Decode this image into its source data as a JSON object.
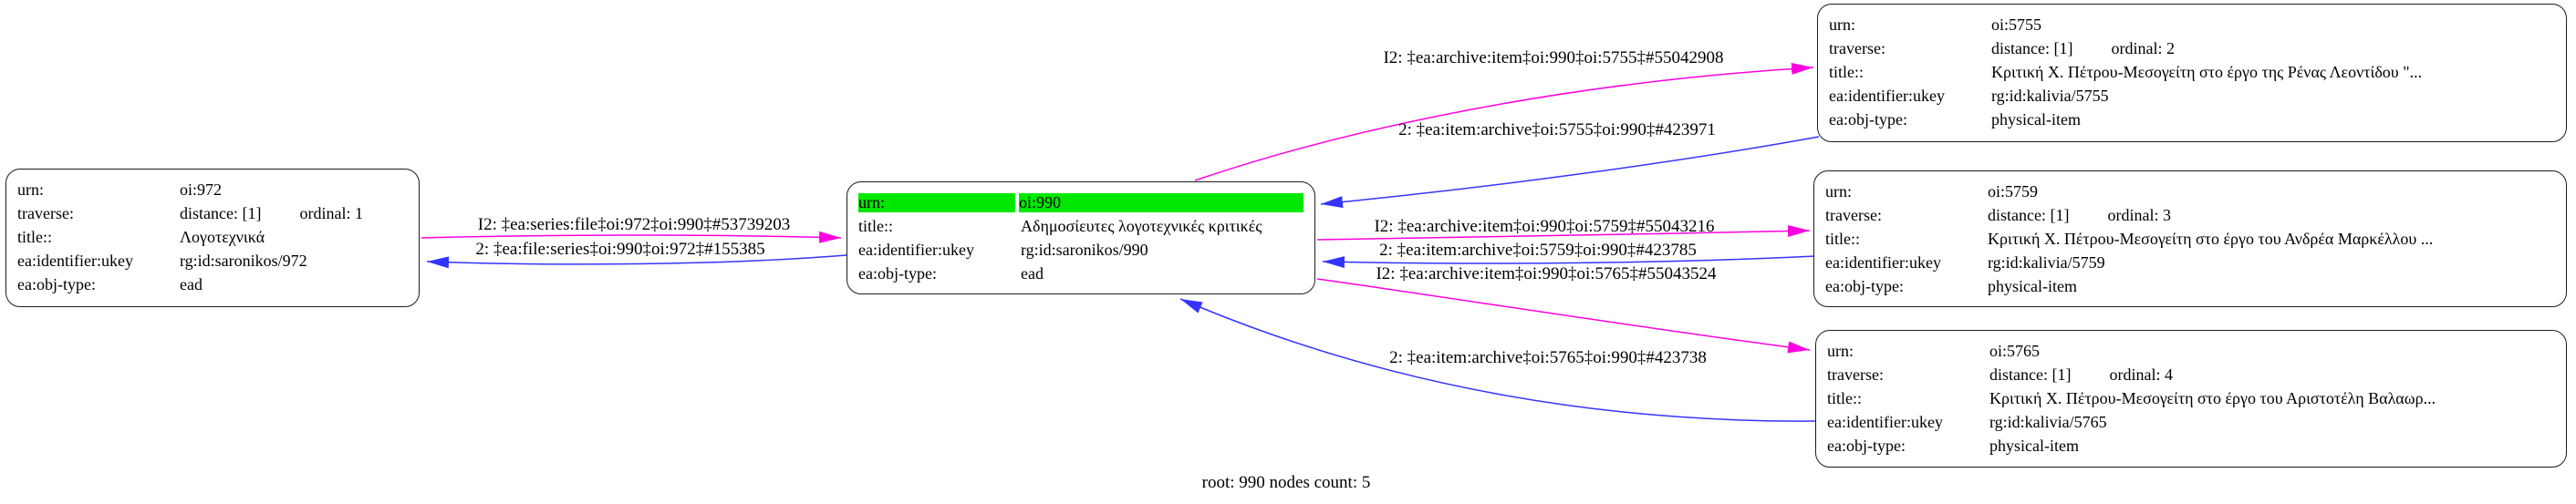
{
  "diagram": {
    "footer": "root: 990 nodes count: 5"
  },
  "colors": {
    "forward_edge": "#ff00e0",
    "reverse_edge": "#3434ff",
    "highlight_row": "#00e800",
    "node_border": "#1c1c1c"
  },
  "nodes": [
    {
      "id": "oi:972",
      "rows": [
        {
          "key": "urn:",
          "value": "oi:972"
        },
        {
          "key": "traverse:",
          "value": "distance: [1]",
          "value2": "ordinal: 1"
        },
        {
          "key": "title::",
          "value": "Λογοτεχνικά"
        },
        {
          "key": "ea:identifier:ukey",
          "value": "rg:id:saronikos/972"
        },
        {
          "key": "ea:obj-type:",
          "value": "ead"
        }
      ]
    },
    {
      "id": "oi:990",
      "highlighted": true,
      "rows": [
        {
          "key": "urn:",
          "value": "oi:990"
        },
        {
          "key": "title::",
          "value": "Αδημοσίευτες λογοτεχνικές κριτικές"
        },
        {
          "key": "ea:identifier:ukey",
          "value": "rg:id:saronikos/990"
        },
        {
          "key": "ea:obj-type:",
          "value": "ead"
        }
      ]
    },
    {
      "id": "oi:5755",
      "rows": [
        {
          "key": "urn:",
          "value": "oi:5755"
        },
        {
          "key": "traverse:",
          "value": "distance: [1]",
          "value2": "ordinal: 2"
        },
        {
          "key": "title::",
          "value": "Κριτική Χ. Πέτρου-Μεσογείτη στο έργο της Ρένας Λεοντίδου \"..."
        },
        {
          "key": "ea:identifier:ukey",
          "value": "rg:id:kalivia/5755"
        },
        {
          "key": "ea:obj-type:",
          "value": "physical-item"
        }
      ]
    },
    {
      "id": "oi:5759",
      "rows": [
        {
          "key": "urn:",
          "value": "oi:5759"
        },
        {
          "key": "traverse:",
          "value": "distance: [1]",
          "value2": "ordinal: 3"
        },
        {
          "key": "title::",
          "value": "Κριτική Χ. Πέτρου-Μεσογείτη στο έργο του Ανδρέα Μαρκέλλου ..."
        },
        {
          "key": "ea:identifier:ukey",
          "value": "rg:id:kalivia/5759"
        },
        {
          "key": "ea:obj-type:",
          "value": "physical-item"
        }
      ]
    },
    {
      "id": "oi:5765",
      "rows": [
        {
          "key": "urn:",
          "value": "oi:5765"
        },
        {
          "key": "traverse:",
          "value": "distance: [1]",
          "value2": "ordinal: 4"
        },
        {
          "key": "title::",
          "value": "Κριτική Χ. Πέτρου-Μεσογείτη στο έργο του Αριστοτέλη Βαλαωρ..."
        },
        {
          "key": "ea:identifier:ukey",
          "value": "rg:id:kalivia/5765"
        },
        {
          "key": "ea:obj-type:",
          "value": "physical-item"
        }
      ]
    }
  ],
  "edges": [
    {
      "label": "I2: ‡ea:series:file‡oi:972‡oi:990‡#53739203",
      "direction": "forward"
    },
    {
      "label": "2: ‡ea:file:series‡oi:990‡oi:972‡#155385",
      "direction": "reverse"
    },
    {
      "label": "I2: ‡ea:archive:item‡oi:990‡oi:5755‡#55042908",
      "direction": "forward"
    },
    {
      "label": "2: ‡ea:item:archive‡oi:5755‡oi:990‡#423971",
      "direction": "reverse"
    },
    {
      "label": "I2: ‡ea:archive:item‡oi:990‡oi:5759‡#55043216",
      "direction": "forward"
    },
    {
      "label": "2: ‡ea:item:archive‡oi:5759‡oi:990‡#423785",
      "direction": "reverse"
    },
    {
      "label": "I2: ‡ea:archive:item‡oi:990‡oi:5765‡#55043524",
      "direction": "forward"
    },
    {
      "label": "2: ‡ea:item:archive‡oi:5765‡oi:990‡#423738",
      "direction": "reverse"
    }
  ]
}
